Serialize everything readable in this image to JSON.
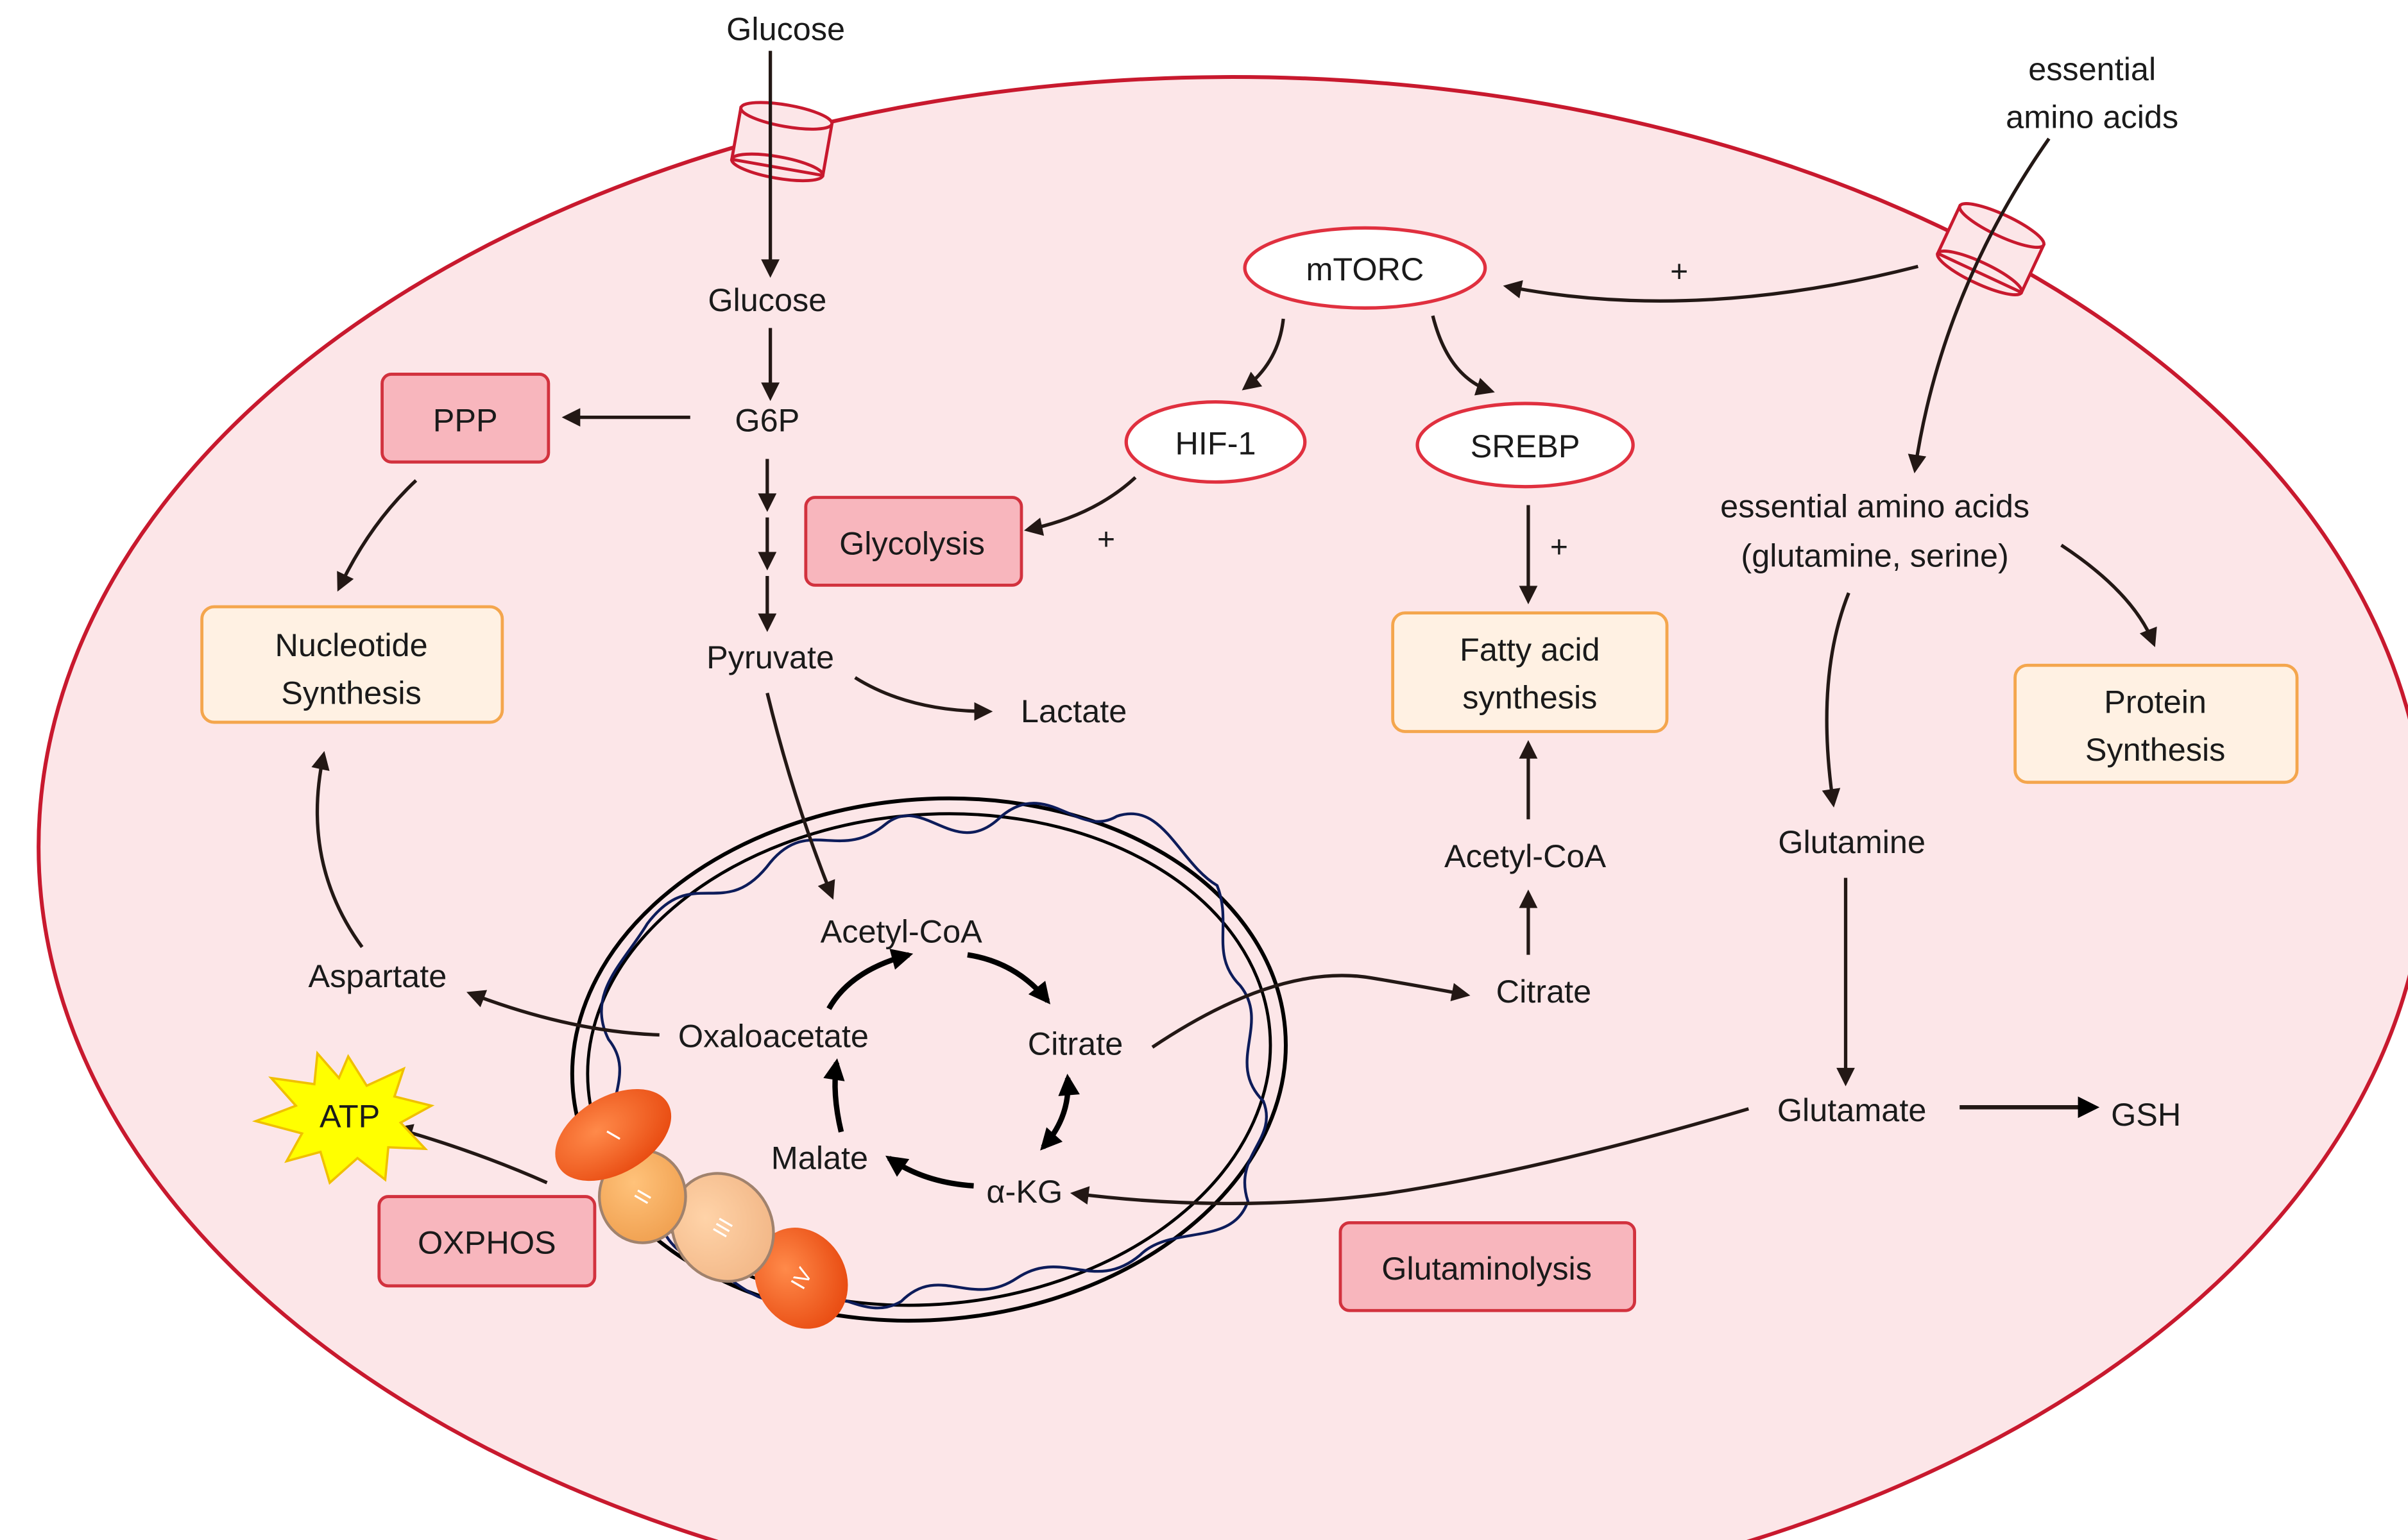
{
  "labels": {
    "glucose_outside": "Glucose",
    "glucose_inside": "Glucose",
    "g6p": "G6P",
    "pyruvate": "Pyruvate",
    "lactate": "Lactate",
    "essential_aa_outside_line1": "essential",
    "essential_aa_outside_line2": "amino acids",
    "essential_aa_inside_line1": "essential amino acids",
    "essential_aa_inside_line2": "(glutamine, serine)",
    "glutamine": "Glutamine",
    "glutamate": "Glutamate",
    "gsh": "GSH",
    "citrate_cyto": "Citrate",
    "acetyl_coa_cyto": "Acetyl-CoA",
    "aspartate": "Aspartate"
  },
  "boxes": {
    "ppp": "PPP",
    "glycolysis": "Glycolysis",
    "oxphos": "OXPHOS",
    "glutaminolysis": "Glutaminolysis",
    "nucleotide_line1": "Nucleotide",
    "nucleotide_line2": "Synthesis",
    "fatty_acid_line1": "Fatty acid",
    "fatty_acid_line2": "synthesis",
    "protein_line1": "Protein",
    "protein_line2": "Synthesis"
  },
  "regulators": {
    "mtorc": "mTORC",
    "hif1": "HIF-1",
    "srebp": "SREBP"
  },
  "signs": {
    "plus_mtorc": "+",
    "plus_glycolysis": "+",
    "plus_fatty_acid": "+"
  },
  "tca": {
    "acetyl_coa": "Acetyl-CoA",
    "citrate": "Citrate",
    "akg": "α-KG",
    "malate": "Malate",
    "oxaloacetate": "Oxaloacetate"
  },
  "etc": {
    "complex_1": "I",
    "complex_2": "II",
    "complex_3": "III",
    "complex_4": "IV",
    "atp": "ATP"
  },
  "colors": {
    "cell_fill": "#fce6e8",
    "cell_stroke": "#c8192e",
    "red_box_fill": "#f8b6bd",
    "orange_box_stroke": "#f4a64d",
    "atp_fill": "#ffff00"
  }
}
